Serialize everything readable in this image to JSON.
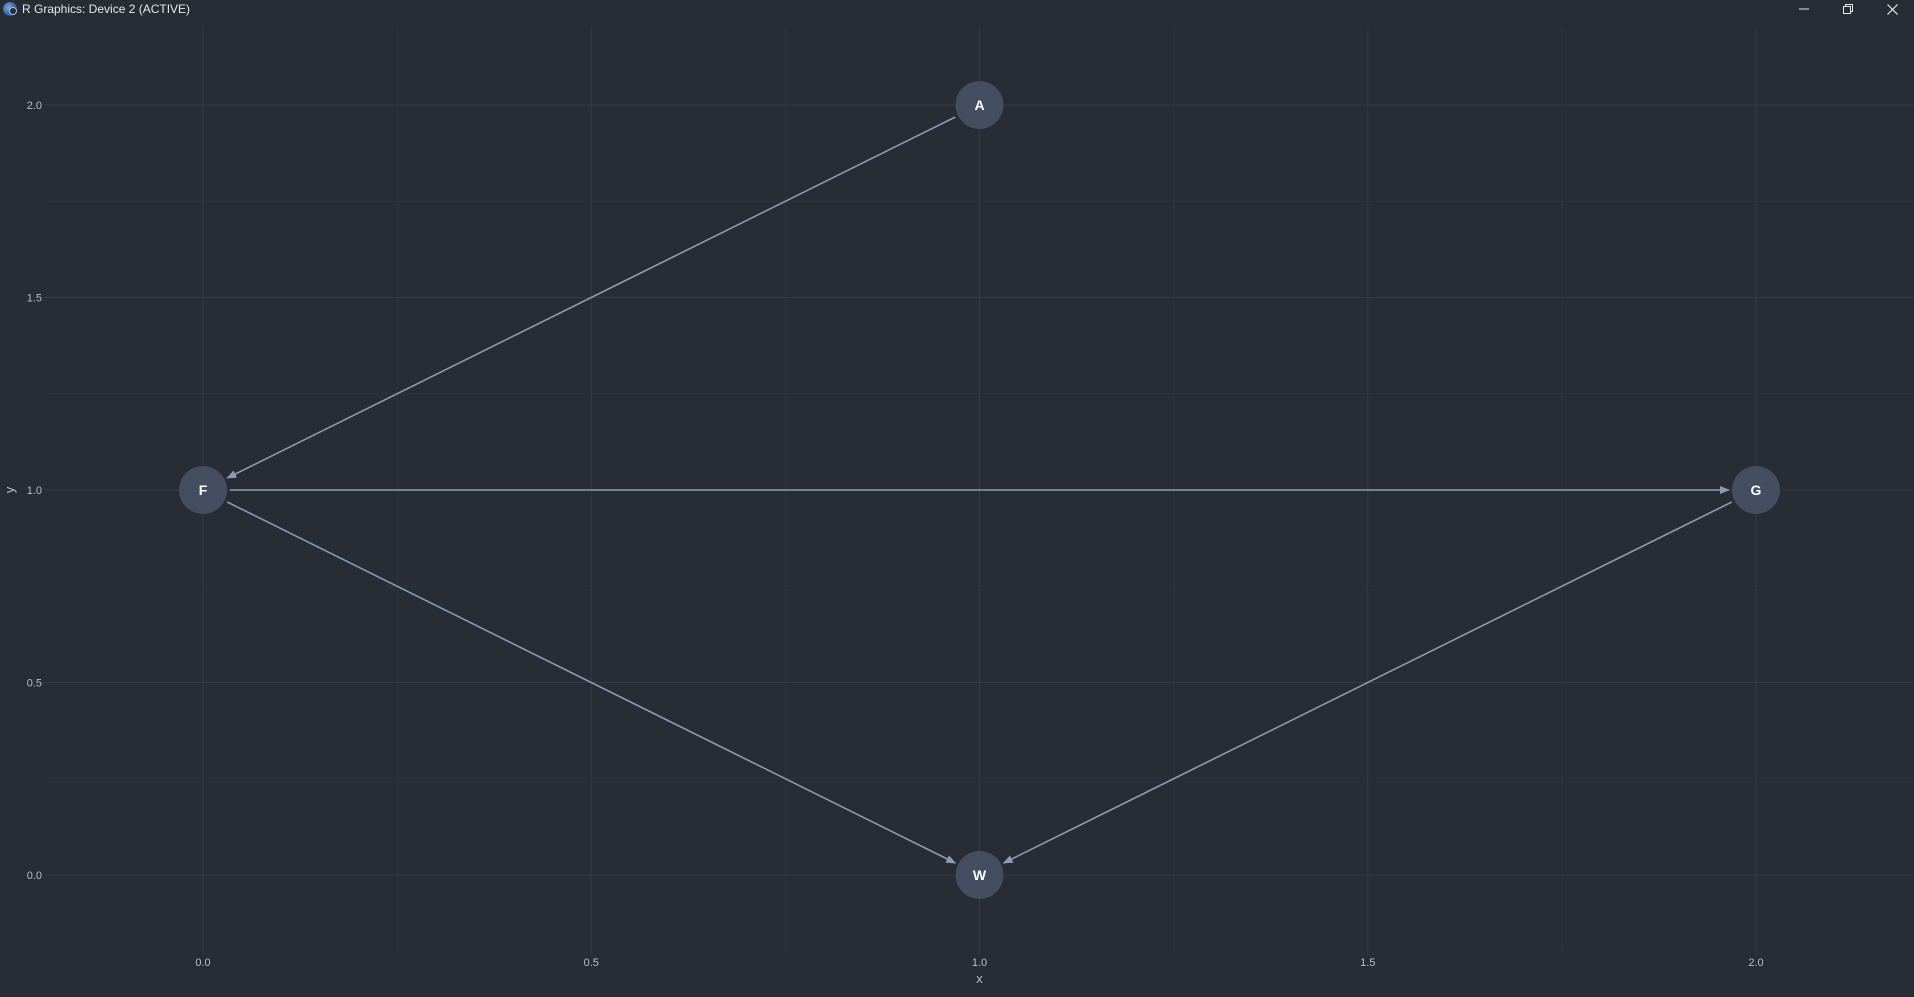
{
  "window": {
    "title": "R Graphics: Device 2 (ACTIVE)",
    "controls": {
      "minimize_icon": "minimize-icon",
      "restore_icon": "restore-icon",
      "close_icon": "close-icon"
    }
  },
  "colors": {
    "background": "#272c35",
    "panel": "#272c35",
    "grid": "#353b47",
    "axis_text": "#b8bec9",
    "node_fill": "#454d61",
    "node_text": "#ffffff",
    "edge": "#8b9bb5"
  },
  "chart_data": {
    "type": "diagram",
    "xlabel": "x",
    "ylabel": "y",
    "xlim": [
      -0.2,
      2.2
    ],
    "ylim": [
      -0.2,
      2.2
    ],
    "x_ticks": [
      "0.0",
      "0.5",
      "1.0",
      "1.5",
      "2.0"
    ],
    "y_ticks": [
      "0.0",
      "0.5",
      "1.0",
      "1.5",
      "2.0"
    ],
    "grid": true,
    "nodes": [
      {
        "name": "A",
        "x": 1,
        "y": 2
      },
      {
        "name": "F",
        "x": 0,
        "y": 1
      },
      {
        "name": "G",
        "x": 2,
        "y": 1
      },
      {
        "name": "W",
        "x": 1,
        "y": 0
      }
    ],
    "edges": [
      {
        "from": "A",
        "to": "F"
      },
      {
        "from": "F",
        "to": "G"
      },
      {
        "from": "F",
        "to": "W"
      },
      {
        "from": "G",
        "to": "W"
      }
    ]
  }
}
